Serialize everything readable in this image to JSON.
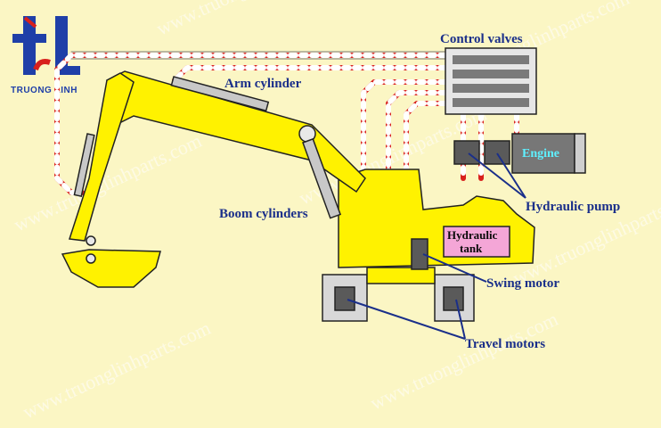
{
  "brand": {
    "logo_text": "TRUONG LINH",
    "logo_letters": "tl",
    "primary_color": "#1f3fa8",
    "accent_color": "#d8201c"
  },
  "watermark": {
    "text": "www.truonglinhparts.com"
  },
  "labels": {
    "control_valves": "Control valves",
    "arm_cylinder": "Arm cylinder",
    "boom_cylinders": "Boom cylinders",
    "engine": "Engine",
    "hydraulic_pump": "Hydraulic pump",
    "hydraulic_tank_line1": "Hydraulic",
    "hydraulic_tank_line2": "tank",
    "swing_motor": "Swing motor",
    "travel_motors": "Travel motors"
  },
  "colors": {
    "background": "#fbf6c4",
    "machine": "#fff200",
    "hose_red": "#d8201c",
    "label_blue": "#1a2f8a",
    "tank_fill": "#f4a6d7"
  }
}
